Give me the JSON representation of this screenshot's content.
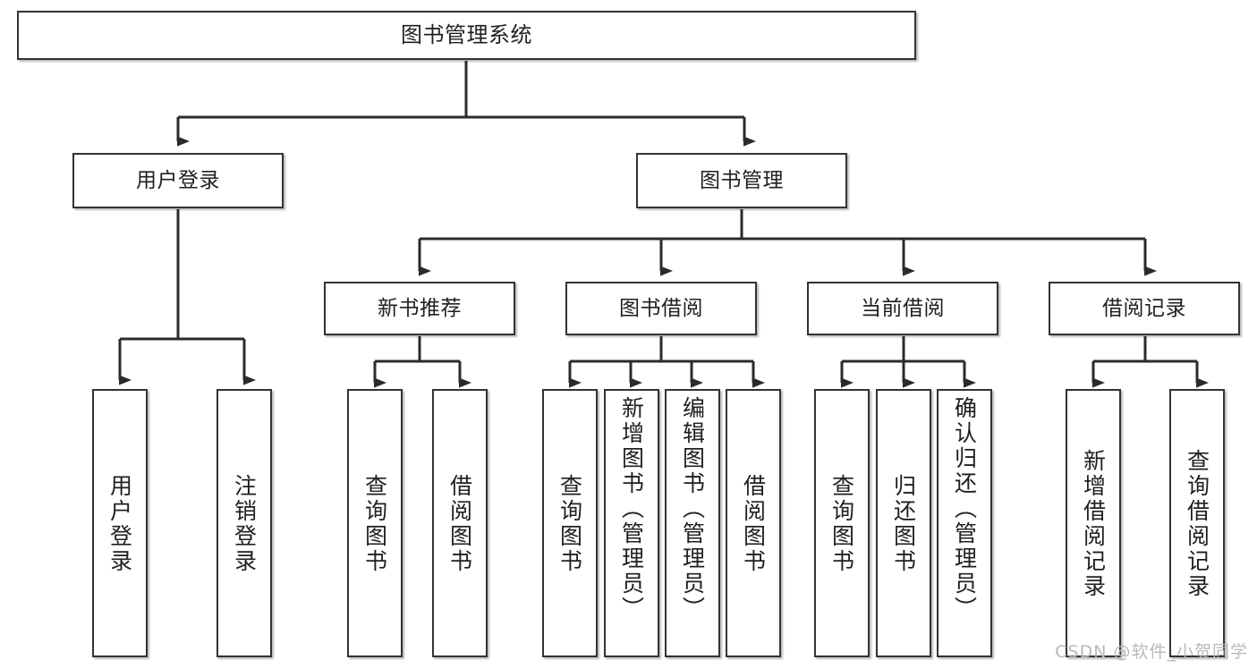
{
  "diagram": {
    "title": "图书管理系统",
    "type": "tree-hierarchy",
    "root": {
      "label": "图书管理系统"
    },
    "level2": [
      {
        "label": "用户登录"
      },
      {
        "label": "图书管理"
      }
    ],
    "level3": [
      {
        "label": "新书推荐"
      },
      {
        "label": "图书借阅"
      },
      {
        "label": "当前借阅"
      },
      {
        "label": "借阅记录"
      }
    ],
    "leaves": {
      "user_login": [
        {
          "label": "用户登录"
        },
        {
          "label": "注销登录"
        }
      ],
      "new_book_recommend": [
        {
          "label": "查询图书"
        },
        {
          "label": "借阅图书"
        }
      ],
      "book_borrow": [
        {
          "label": "查询图书"
        },
        {
          "label": "新增图书（管理员）"
        },
        {
          "label": "编辑图书（管理员）"
        },
        {
          "label": "借阅图书"
        }
      ],
      "current_borrow": [
        {
          "label": "查询图书"
        },
        {
          "label": "归还图书"
        },
        {
          "label": "确认归还（管理员）"
        }
      ],
      "borrow_record": [
        {
          "label": "新增借阅记录"
        },
        {
          "label": "查询借阅记录"
        }
      ]
    }
  },
  "watermark": {
    "text": "CSDN @软件_小贺同学"
  },
  "colors": {
    "border": "#333333",
    "background": "#ffffff",
    "text": "#1f1f1f",
    "watermark": "#b9b9b9"
  }
}
